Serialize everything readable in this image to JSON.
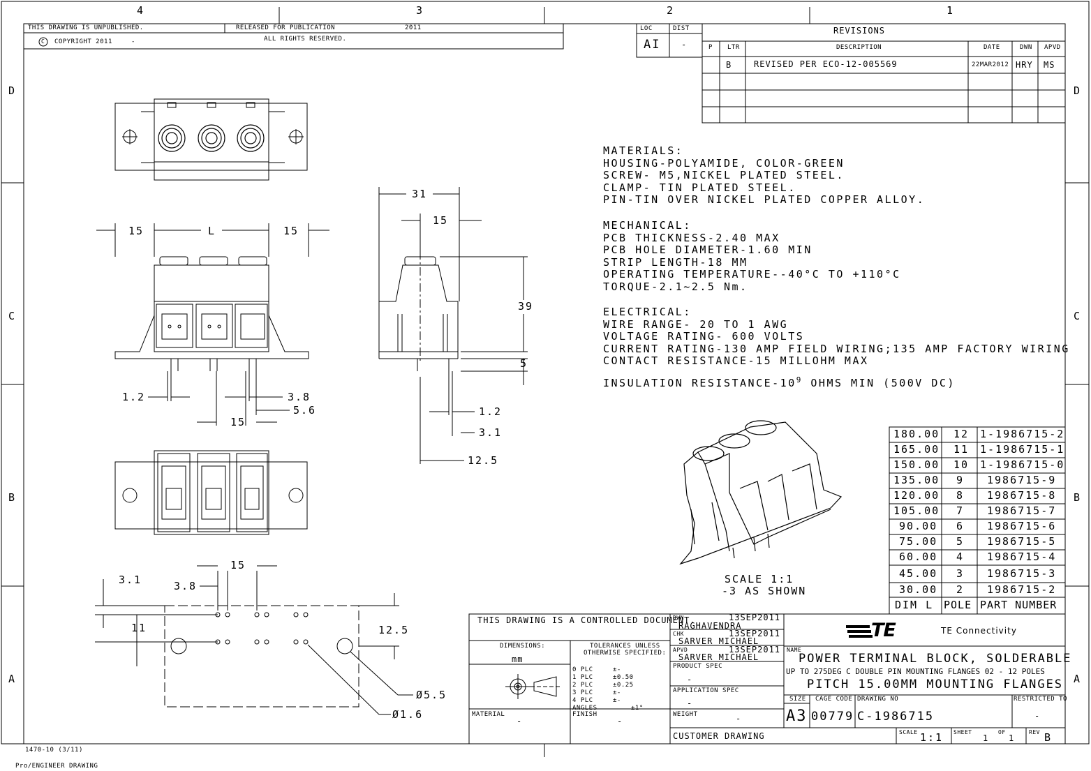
{
  "zones": {
    "cols": [
      "4",
      "3",
      "2",
      "1"
    ],
    "rows": [
      "D",
      "C",
      "B",
      "A"
    ]
  },
  "header": {
    "unpublished": "THIS DRAWING IS UNPUBLISHED.",
    "released": "RELEASED FOR PUBLICATION",
    "year": "2011",
    "copyright": "COPYRIGHT 2011",
    "copyright_dash": "-",
    "rights": "ALL RIGHTS RESERVED.",
    "copyright_symbol": "C"
  },
  "loc": {
    "label": "LOC",
    "value": "AI"
  },
  "dist": {
    "label": "DIST",
    "value": "-"
  },
  "revisions": {
    "title": "REVISIONS",
    "headers": {
      "p": "P",
      "ltr": "LTR",
      "description": "DESCRIPTION",
      "date": "DATE",
      "dwn": "DWN",
      "apvd": "APVD"
    },
    "rows": [
      {
        "ltr": "B",
        "description": "REVISED PER ECO-12-005569",
        "date": "22MAR2012",
        "dwn": "HRY",
        "apvd": "MS"
      }
    ]
  },
  "notes": {
    "materials": [
      "MATERIALS:",
      "HOUSING-POLYAMIDE, COLOR-GREEN",
      "SCREW- M5,NICKEL PLATED STEEL.",
      "CLAMP- TIN PLATED STEEL.",
      "PIN-TIN OVER NICKEL PLATED COPPER ALLOY."
    ],
    "mechanical": [
      "MECHANICAL:",
      "PCB THICKNESS-2.40 MAX",
      "PCB HOLE DIAMETER-1.60 MIN",
      "STRIP LENGTH-18 MM",
      "OPERATING TEMPERATURE--40°C TO +110°C",
      "TORQUE-2.1~2.5 Nm."
    ],
    "electrical": [
      "ELECTRICAL:",
      "WIRE RANGE- 20 TO 1 AWG",
      "VOLTAGE RATING- 600 VOLTS",
      "CURRENT RATING-130 AMP FIELD WIRING;135 AMP FACTORY WIRING",
      "CONTACT RESISTANCE-15 MILLOHM MAX"
    ],
    "insulation_prefix": "INSULATION RESISTANCE-10",
    "insulation_exp": "9",
    "insulation_suffix": " OHMS MIN (500V DC)"
  },
  "dims": {
    "front": {
      "left": "15",
      "l": "L",
      "right": "15",
      "d1": "1.2",
      "d2": "3.8",
      "d3": "5.6",
      "d4": "15"
    },
    "side": {
      "w": "31",
      "w2": "15",
      "h": "39",
      "h2": "5",
      "p1": "1.2",
      "p2": "3.1",
      "p3": "12.5"
    },
    "pcb": {
      "p": "15",
      "a": "3.1",
      "b": "3.8",
      "c": "11",
      "d": "12.5",
      "e": "Ø5.5",
      "f": "Ø1.6"
    }
  },
  "scale_note": {
    "line1": "SCALE 1:1",
    "line2": "-3 AS SHOWN"
  },
  "part_table": {
    "rows": [
      {
        "dim": "180.00",
        "pole": "12",
        "part": "1-1986715-2"
      },
      {
        "dim": "165.00",
        "pole": "11",
        "part": "1-1986715-1"
      },
      {
        "dim": "150.00",
        "pole": "10",
        "part": "1-1986715-0"
      },
      {
        "dim": "135.00",
        "pole": "9",
        "part": "1986715-9"
      },
      {
        "dim": "120.00",
        "pole": "8",
        "part": "1986715-8"
      },
      {
        "dim": "105.00",
        "pole": "7",
        "part": "1986715-7"
      },
      {
        "dim": "90.00",
        "pole": "6",
        "part": "1986715-6"
      },
      {
        "dim": "75.00",
        "pole": "5",
        "part": "1986715-5"
      },
      {
        "dim": "60.00",
        "pole": "4",
        "part": "1986715-4"
      },
      {
        "dim": "45.00",
        "pole": "3",
        "part": "1986715-3"
      },
      {
        "dim": "30.00",
        "pole": "2",
        "part": "1986715-2"
      }
    ],
    "headers": {
      "dim": "DIM L",
      "pole": "POLE",
      "part": "PART NUMBER"
    }
  },
  "title_block": {
    "controlled": "THIS DRAWING IS A CONTROLLED DOCUMENT.",
    "dimensions_label": "DIMENSIONS:",
    "dimensions_unit": "mm",
    "tolerances_l1": "TOLERANCES UNLESS",
    "tolerances_l2": "OTHERWISE SPECIFIED:",
    "tol_rows": [
      {
        "plc": "0 PLC",
        "val": "±-"
      },
      {
        "plc": "1 PLC",
        "val": "±0.50"
      },
      {
        "plc": "2 PLC",
        "val": "±0.25"
      },
      {
        "plc": "3 PLC",
        "val": "±-"
      },
      {
        "plc": "4 PLC",
        "val": "±-"
      }
    ],
    "angles_label": "ANGLES",
    "angles_val": "±1°",
    "material_label": "MATERIAL",
    "material_val": "-",
    "finish_label": "FINISH",
    "finish_val": "-",
    "dwn_label": "DWN",
    "dwn_date": "13SEP2011",
    "dwn_name": "RAGHAVENDRA",
    "chk_label": "CHK",
    "chk_date": "13SEP2011",
    "chk_name": "SARVER MICHAEL",
    "apvd_label": "APVD",
    "apvd_date": "13SEP2011",
    "apvd_name": "SARVER MICHAEL",
    "product_spec_label": "PRODUCT SPEC",
    "product_spec_val": "-",
    "application_spec_label": "APPLICATION SPEC",
    "application_spec_val": "-",
    "weight_label": "WEIGHT",
    "weight_val": "-",
    "customer_drawing": "CUSTOMER DRAWING",
    "logo": "TE",
    "company": "TE Connectivity",
    "name_label": "NAME",
    "name_l1": "POWER TERMINAL BLOCK, SOLDERABLE",
    "name_l2": "UP TO 275DEG C DOUBLE PIN MOUNTING FLANGES 02 - 12 POLES",
    "name_l3": "PITCH 15.00MM MOUNTING FLANGES",
    "size_label": "SIZE",
    "size_val": "A3",
    "cage_label": "CAGE CODE",
    "cage_val": "00779",
    "drawing_no_label": "DRAWING NO",
    "drawing_no_val": "C-1986715",
    "restricted_label": "RESTRICTED TO",
    "restricted_val": "-",
    "scale_label": "SCALE",
    "scale_val": "1:1",
    "sheet_label": "SHEET",
    "sheet_val": "1",
    "of_label": "OF",
    "of_val": "1",
    "rev_label": "REV",
    "rev_val": "B"
  },
  "footer": {
    "form": "1470-10 (3/11)",
    "software": "Pro/ENGINEER DRAWING"
  }
}
